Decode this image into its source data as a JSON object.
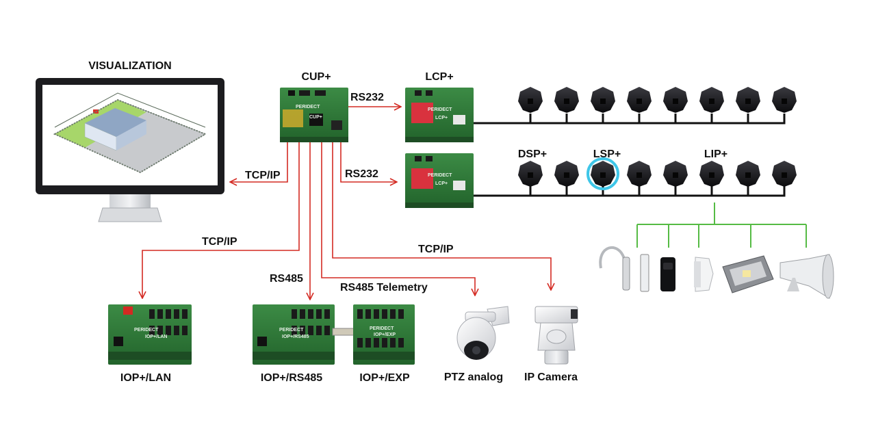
{
  "labels": {
    "visualization": "VISUALIZATION",
    "cup": "CUP+",
    "lcp": "LCP+",
    "dsp": "DSP+",
    "lsp": "LSP+",
    "lip": "LIP+",
    "iop_lan": "IOP+/LAN",
    "iop_rs485": "IOP+/RS485",
    "iop_exp": "IOP+/EXP",
    "ptz": "PTZ analog",
    "ipcam": "IP Camera"
  },
  "connections": {
    "rs232_top": "RS232",
    "rs232_bottom": "RS232",
    "tcpip_monitor": "TCP/IP",
    "tcpip_lan": "TCP/IP",
    "rs485": "RS485",
    "rs485_telemetry": "RS485 Telemetry",
    "tcpip_camera": "TCP/IP"
  },
  "board_marks": {
    "brand": "PERIDECT",
    "cup": "CUP+",
    "lcp": "LCP+",
    "iop_lan": "IOP+/LAN",
    "iop_rs485": "IOP+/RS485",
    "iop_exp": "IOP+/EXP"
  },
  "colors": {
    "connection_line": "#d42a22",
    "peripheral_line": "#55bb44",
    "board_green": "#2e7a38",
    "highlight_ring": "#3ec6e8",
    "sensor_body": "#151518"
  }
}
